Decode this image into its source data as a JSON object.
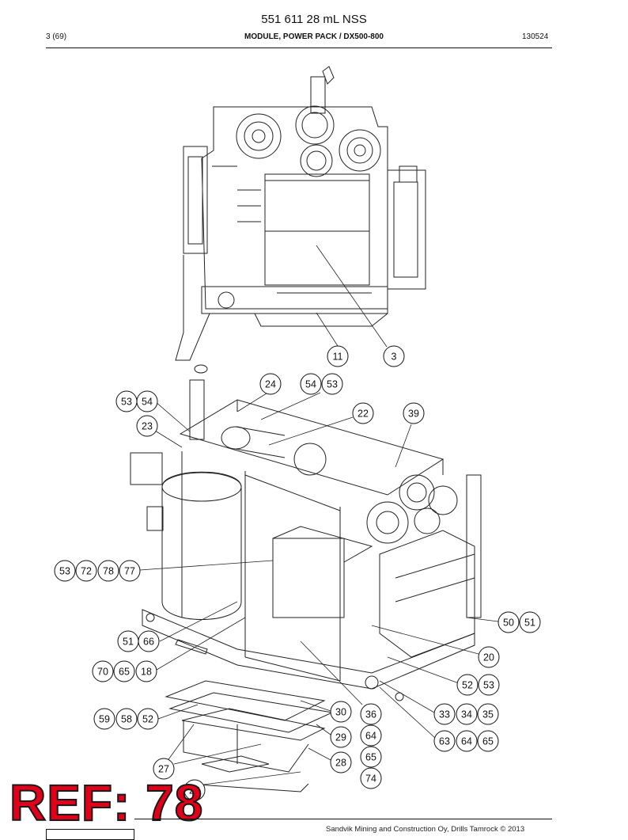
{
  "header": {
    "doc_number": "551 611 28 mL NSS",
    "page": "3 (69)",
    "title": "MODULE, POWER PACK / DX500-800",
    "date": "130524"
  },
  "footer": {
    "copyright": "Sandvik Mining and Construction Oy, Drills Tamrock © 2013"
  },
  "stamp": {
    "text": "REF: 78",
    "color": "#e1001a"
  },
  "balloons": {
    "top_view": [
      "11",
      "3"
    ],
    "iso_view": [
      "24",
      "54",
      "53",
      "53",
      "54",
      "22",
      "39",
      "23",
      "53",
      "72",
      "78",
      "77",
      "50",
      "51",
      "51",
      "66",
      "20",
      "70",
      "65",
      "18",
      "52",
      "53",
      "59",
      "58",
      "52",
      "30",
      "36",
      "33",
      "34",
      "35",
      "29",
      "64",
      "63",
      "64",
      "65",
      "28",
      "65",
      "27",
      "74",
      "26"
    ]
  }
}
